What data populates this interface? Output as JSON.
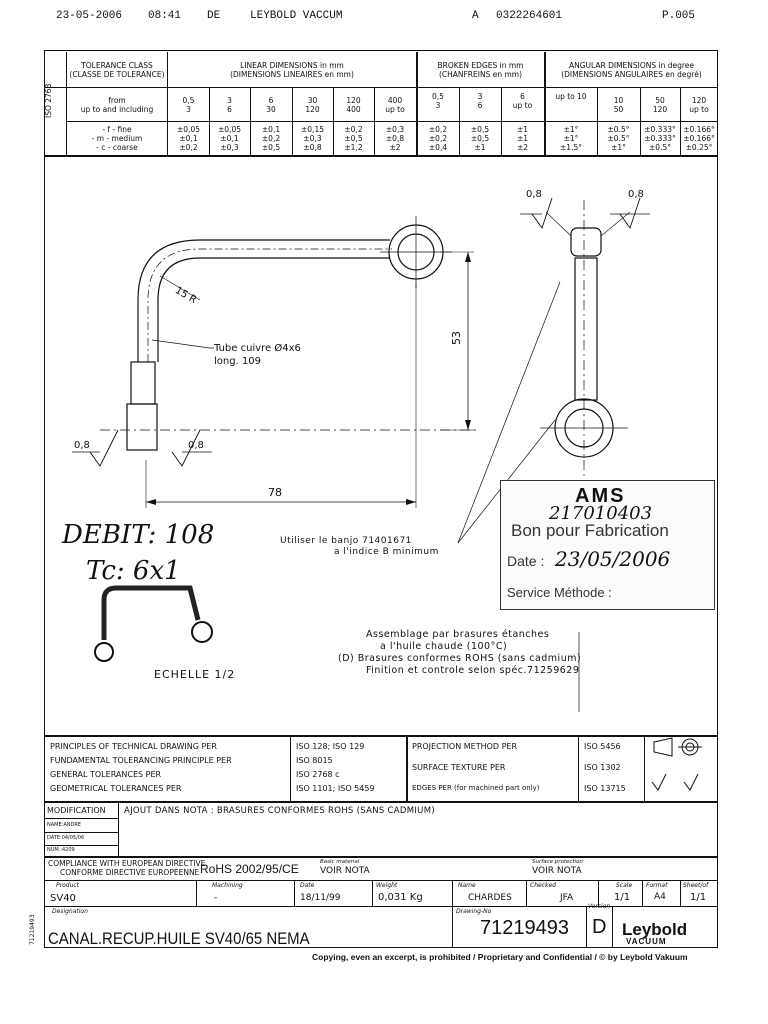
{
  "fax_header": {
    "date": "23-05-2006",
    "time": "08:41",
    "lang": "DE",
    "sender": "LEYBOLD VACCUM",
    "flag": "A",
    "number": "0322264601",
    "page": "P.005"
  },
  "tolerance_table": {
    "iso_ref": "ISO 2768",
    "class_title": "TOLERANCE CLASS",
    "class_subtitle": "(CLASSE DE TOLERANCE)",
    "linear_title": "LINEAR DIMENSIONS in mm",
    "linear_subtitle": "(DIMENSIONS LINEAIRES en mm)",
    "broken_title": "BROKEN EDGES in mm",
    "broken_subtitle": "(CHANFREINS en mm)",
    "angular_title": "ANGULAR DIMENSIONS in degree",
    "angular_subtitle": "(DIMENSIONS ANGULAIRES en degré)",
    "from_label": "from",
    "upto_label": "up to and including",
    "linear_ranges": [
      [
        "0,5",
        "3"
      ],
      [
        "3",
        "6"
      ],
      [
        "6",
        "30"
      ],
      [
        "30",
        "120"
      ],
      [
        "120",
        "400"
      ],
      [
        "400",
        "up to"
      ]
    ],
    "broken_ranges": [
      [
        "0,5",
        "3"
      ],
      [
        "3",
        "6"
      ],
      [
        "6",
        "up to"
      ]
    ],
    "angular_ranges": [
      [
        "up to 10",
        ""
      ],
      [
        "10",
        "50"
      ],
      [
        "50",
        "120"
      ],
      [
        "120",
        "up to"
      ]
    ],
    "rows": [
      {
        "label": "- f - fine",
        "linear": [
          "±0,05",
          "±0,05",
          "±0,1",
          "±0,15",
          "±0,2",
          "±0,3"
        ],
        "broken": [
          "±0,2",
          "±0,5",
          "±1"
        ],
        "angular": [
          "±1°",
          "±0.5°",
          "±0.333°",
          "±0.166°"
        ]
      },
      {
        "label": "- m - medium",
        "linear": [
          "±0,1",
          "±0,1",
          "±0,2",
          "±0,3",
          "±0,5",
          "±0,8"
        ],
        "broken": [
          "±0,2",
          "±0,5",
          "±1"
        ],
        "angular": [
          "±1°",
          "±0.5°",
          "±0.333°",
          "±0.166°"
        ]
      },
      {
        "label": "- c - coarse",
        "linear": [
          "±0,2",
          "±0,3",
          "±0,5",
          "±0,8",
          "±1,2",
          "±2"
        ],
        "broken": [
          "±0,4",
          "±1",
          "±2"
        ],
        "angular": [
          "±1.5°",
          "±1°",
          "±0.5°",
          "±0.25°"
        ]
      }
    ]
  },
  "drawing": {
    "roughness_values": [
      "0,8",
      "0,8",
      "0,8",
      "0,8"
    ],
    "radius_label": "15 R",
    "tube_note": [
      "Tube cuivre Ø4x6",
      "long. 109"
    ],
    "dim_height": "53",
    "dim_length": "78",
    "banjo_note": [
      "Utiliser le banjo 71401671",
      "a l'indice B minimum"
    ],
    "scale_label": "ECHELLE 1/2",
    "assembly_notes": [
      "Assemblage par brasures étanches",
      "a l'huile chaude (100°C)",
      "(D) Brasures conformes ROHS (sans cadmium)",
      "Finition et controle selon spéc.71259629"
    ]
  },
  "handwriting": {
    "debit": "DEBIT: 108",
    "tc": "Tc: 6x1"
  },
  "stamp": {
    "company": "AMS",
    "ref": "217010403",
    "status": "Bon pour Fabrication",
    "date_label": "Date :",
    "date_value": "23/05/2006",
    "service_label": "Service Méthode :"
  },
  "standards": {
    "left_labels": [
      "PRINCIPLES OF TECHNICAL DRAWING PER",
      "FUNDAMENTAL TOLERANCING PRINCIPLE PER",
      "GENERAL TOLERANCES PER",
      "GEOMETRICAL TOLERANCES PER"
    ],
    "left_values": [
      "ISO 128; ISO 129",
      "ISO 8015",
      "ISO 2768   c",
      "ISO 1101; ISO 5459"
    ],
    "right_labels": [
      "PROJECTION METHOD PER",
      "SURFACE TEXTURE PER",
      "EDGES PER (for machined part only)"
    ],
    "right_values": [
      "ISO 5456",
      "ISO 1302",
      "ISO 13715"
    ]
  },
  "modification": {
    "header": "MODIFICATION",
    "text": "AJOUT DANS NOTA : BRASURES CONFORMES ROHS (SANS CADMIUM)",
    "sub_rows": [
      "NAME:ANDRE",
      "DATE:04/05/06",
      "NUM.:4209"
    ]
  },
  "compliance": {
    "directive_en": "COMPLIANCE WITH EUROPEAN DIRECTIVE",
    "directive_fr": "CONFORME DIRECTIVE EUROPEENNE",
    "rohs": "RoHS 2002/95/CE",
    "basic_material_label": "Basic material",
    "basic_material": "VOIR NOTA",
    "surface_protection_label": "Surface protection",
    "surface_protection": "VOIR NOTA"
  },
  "title_block": {
    "product_label": "Product",
    "product": "SV40",
    "machining_label": "Machining",
    "machining": "-",
    "date_label": "Date",
    "date": "18/11/99",
    "weight_label": "Weight",
    "weight": "0,031 Kg",
    "name_label": "Name",
    "name": "CHARDES",
    "checked_label": "Checked",
    "checked": "JFA",
    "scale_label": "Scale",
    "scale": "1/1",
    "format_label": "Format",
    "format": "A4",
    "sheet_label": "Sheet/of",
    "sheet": "1/1",
    "designation_label": "Designation",
    "designation": "CANAL.RECUP.HUILE SV40/65 NEMA",
    "drawing_no_label": "Drawing-No",
    "drawing_no": "71219493",
    "version_label": "Version",
    "version": "D",
    "brand": "Leybold",
    "brand_sub": "VACUUM"
  },
  "copyright": "Copying, even an excerpt, is prohibited / Proprietary and Confidential / © by Leybold Vakuum",
  "side_margin": "71219493"
}
